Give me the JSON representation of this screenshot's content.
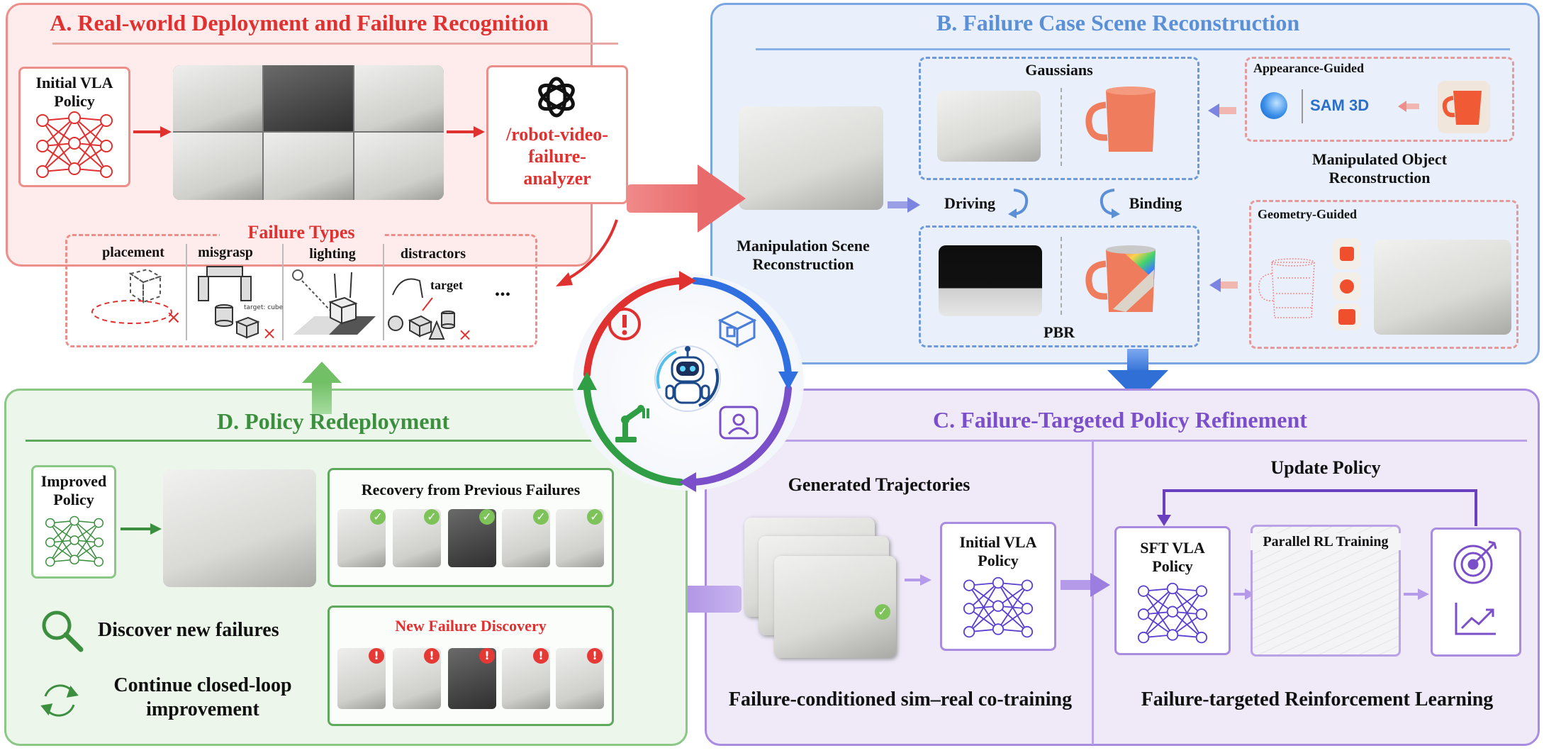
{
  "panel_a": {
    "title": "A. Real-world Deployment and Failure Recognition",
    "initial_policy": [
      "Initial VLA",
      "Policy"
    ],
    "analyzer": [
      "/robot-video-",
      "failure-",
      "analyzer"
    ],
    "failure_types_title": "Failure Types",
    "failure_types": [
      "placement",
      "misgrasp",
      "lighting",
      "distractors"
    ],
    "target_cube_label": "target: cube",
    "target_label": "target",
    "ellipsis": "..."
  },
  "panel_b": {
    "title": "B. Failure Case Scene Reconstruction",
    "gaussians": "Gaussians",
    "pbr": "PBR",
    "driving": "Driving",
    "binding": "Binding",
    "scene_recon": [
      "Manipulation Scene",
      "Reconstruction"
    ],
    "appearance_guided": "Appearance-Guided",
    "sam3d": "SAM 3D",
    "object_recon": [
      "Manipulated Object",
      "Reconstruction"
    ],
    "geometry_guided": "Geometry-Guided"
  },
  "panel_c": {
    "title": "C. Failure-Targeted Policy Refinement",
    "generated_traj": "Generated Trajectories",
    "initial_policy": [
      "Initial VLA",
      "Policy"
    ],
    "cotrain": "Failure-conditioned sim–real co-training",
    "update_policy": "Update Policy",
    "sft_policy": [
      "SFT VLA",
      "Policy"
    ],
    "parallel_rl": "Parallel RL Training",
    "rl_caption": "Failure-targeted  Reinforcement Learning"
  },
  "panel_d": {
    "title": "D. Policy Redeployment",
    "improved_policy": [
      "Improved",
      "Policy"
    ],
    "recovery": "Recovery from Previous Failures",
    "new_failure": "New Failure Discovery",
    "discover": "Discover new failures",
    "continue": [
      "Continue closed-loop",
      "improvement"
    ]
  },
  "colors": {
    "red": "#e03131",
    "red_panel": "#fdeceb",
    "blue": "#5b8fd6",
    "blue_panel": "#e9f0fb",
    "purple": "#7b4fc9",
    "purple_panel": "#efe9f8",
    "green": "#3c8f3f",
    "green_panel": "#ecf6ea"
  },
  "icons": [
    "openai-logo-icon",
    "neural-network-icon",
    "warning-icon",
    "cube-icon",
    "robot-arm-icon",
    "person-icon",
    "robot-mascot-icon",
    "magnifier-icon",
    "cycle-icon",
    "target-icon",
    "trend-chart-icon"
  ]
}
